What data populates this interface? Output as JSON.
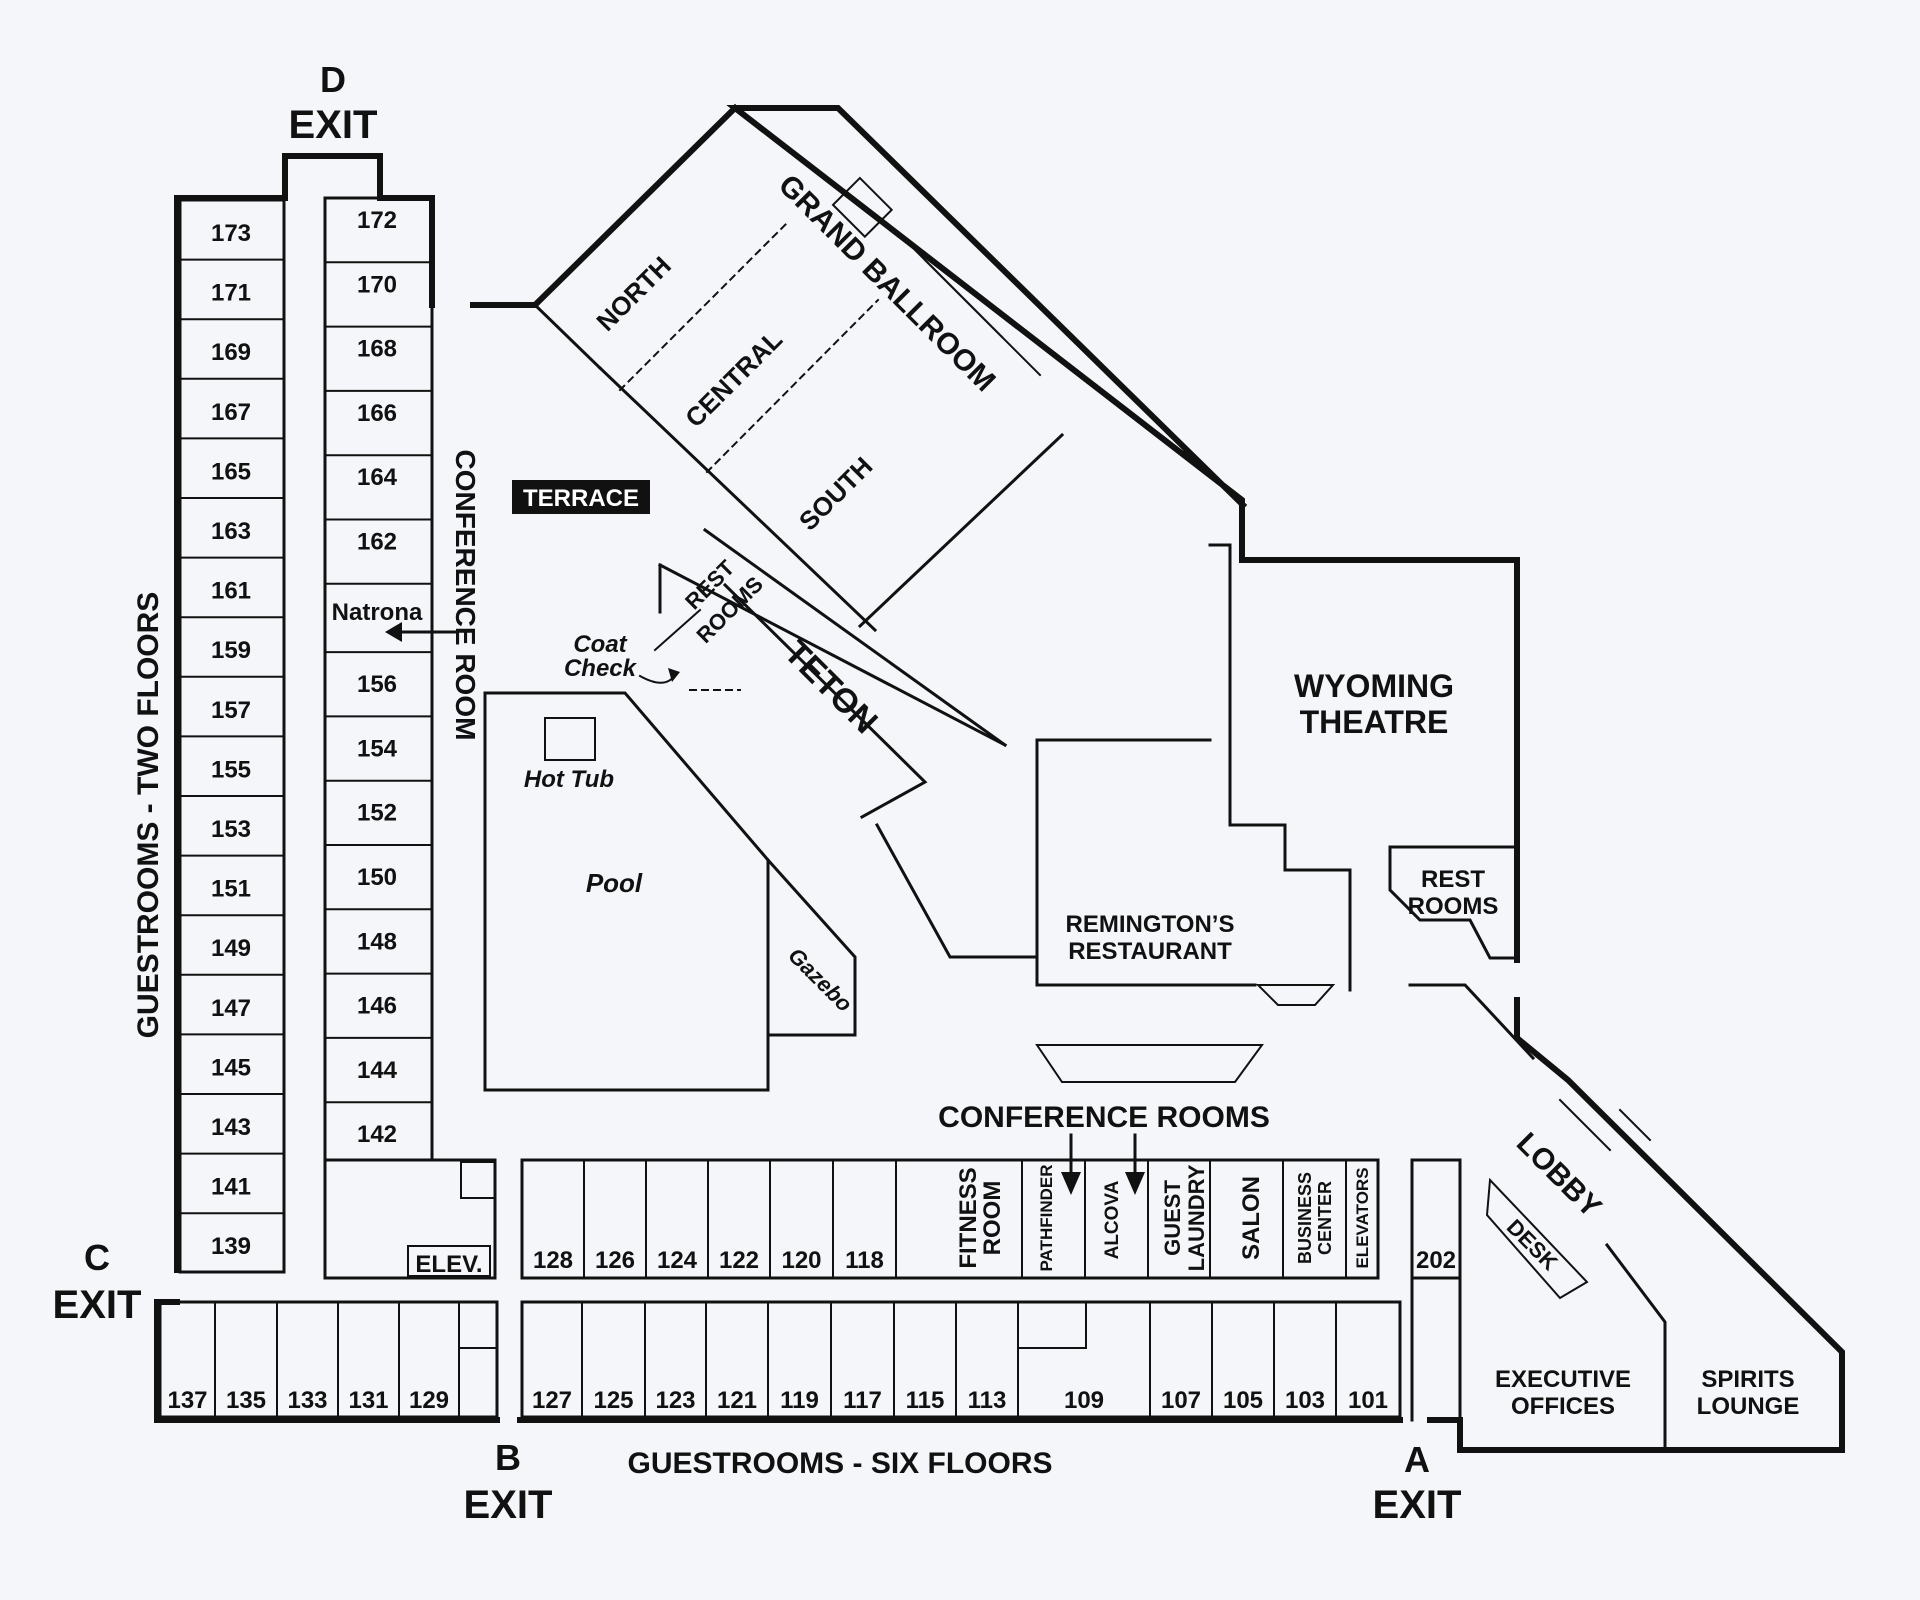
{
  "exits": {
    "a": {
      "letter": "A",
      "word": "EXIT"
    },
    "b": {
      "letter": "B",
      "word": "EXIT"
    },
    "c": {
      "letter": "C",
      "word": "EXIT"
    },
    "d": {
      "letter": "D",
      "word": "EXIT"
    }
  },
  "wings": {
    "two_floors": "GUESTROOMS - TWO FLOORS",
    "six_floors": "GUESTROOMS - SIX FLOORS"
  },
  "rooms": {
    "left_column": [
      "173",
      "171",
      "169",
      "167",
      "165",
      "163",
      "161",
      "159",
      "157",
      "155",
      "153",
      "151",
      "149",
      "147",
      "145",
      "143",
      "141",
      "139"
    ],
    "right_column_top": [
      "172",
      "170",
      "168",
      "166",
      "164",
      "162"
    ],
    "right_column_bottom": [
      "156",
      "154",
      "152",
      "150",
      "148",
      "146",
      "144",
      "142"
    ],
    "natrona": "Natrona",
    "elev_small": "ELEV.",
    "lower_left": [
      "137",
      "135",
      "133",
      "131",
      "129"
    ],
    "upper_middle": [
      "128",
      "126",
      "124",
      "122",
      "120",
      "118"
    ],
    "lower_middle": [
      "127",
      "125",
      "123",
      "121",
      "119",
      "117",
      "115",
      "113",
      "109",
      "107",
      "105",
      "103",
      "101"
    ],
    "room_202": "202"
  },
  "conference_rooms": {
    "fitness": "FITNESS ROOM",
    "pathfinder": "PATHFINDER",
    "alcova": "ALCOVA",
    "guest_laundry": "GUEST LAUNDRY",
    "salon": "SALON",
    "business_center": "BUSINESS CENTER",
    "elevators": "ELEVATORS",
    "heading": "CONFERENCE ROOMS"
  },
  "areas": {
    "conference_room_vertical": "CONFERENCE ROOM",
    "terrace": "TERRACE",
    "grand_ballroom": "GRAND BALLROOM",
    "north": "NORTH",
    "central": "CENTRAL",
    "south": "SOUTH",
    "rest_rooms_ballroom": "REST ROOMS",
    "teton": "TETON",
    "coat_check": "Coat Check",
    "hot_tub": "Hot Tub",
    "pool": "Pool",
    "gazebo": "Gazebo",
    "wyoming_theatre": "WYOMING THEATRE",
    "rest_rooms_theatre": "REST ROOMS",
    "remingtons": "REMINGTON’S RESTAURANT",
    "lobby": "LOBBY",
    "desk": "DESK",
    "executive_offices": "EXECUTIVE OFFICES",
    "spirits_lounge": "SPIRITS LOUNGE"
  },
  "colors": {
    "background": "#f4f6f9",
    "ink": "#111111",
    "terrace_text": "#ffffff"
  }
}
